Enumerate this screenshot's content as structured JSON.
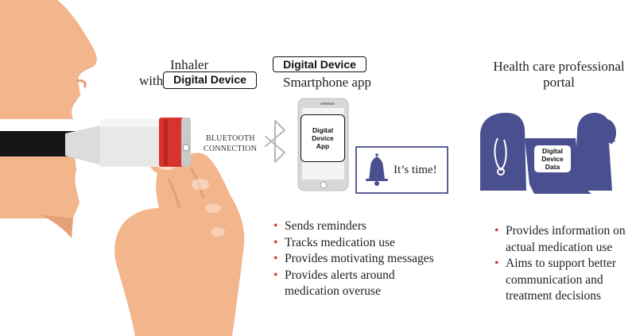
{
  "inhaler": {
    "title": "Inhaler",
    "with_word": "with",
    "device_label": "Digital Device"
  },
  "bluetooth": {
    "line1": "BLUETOOTH",
    "line2": "CONNECTION"
  },
  "app": {
    "header_label": "Digital Device",
    "subtitle": "Smartphone app",
    "screen_label": [
      "Digital",
      "Device",
      "App"
    ],
    "notification_text": "It’s time!",
    "features": [
      "Sends reminders",
      "Tracks medication use",
      "Provides motivating messages",
      "Provides alerts around",
      "medication overuse"
    ]
  },
  "portal": {
    "title_line1": "Health care professional",
    "title_line2": "portal",
    "screen_label": [
      "Digital",
      "Device",
      "Data"
    ],
    "features": [
      "Provides information on",
      "actual medication use",
      "Aims to support better",
      "communication and",
      "treatment decisions"
    ]
  },
  "colors": {
    "skin": "#f2b58c",
    "skin_shadow": "#e3a079",
    "inhaler_red": "#d9332e",
    "inhaler_body": "#e6e6e6",
    "people_blue": "#4a4f8f",
    "bullet_red": "#d93232",
    "notification_border": "#4a4f8f"
  },
  "icons": {
    "bluetooth": "bluetooth-icon",
    "bell": "bell-icon",
    "phone": "smartphone-icon",
    "laptop": "laptop-icon"
  }
}
